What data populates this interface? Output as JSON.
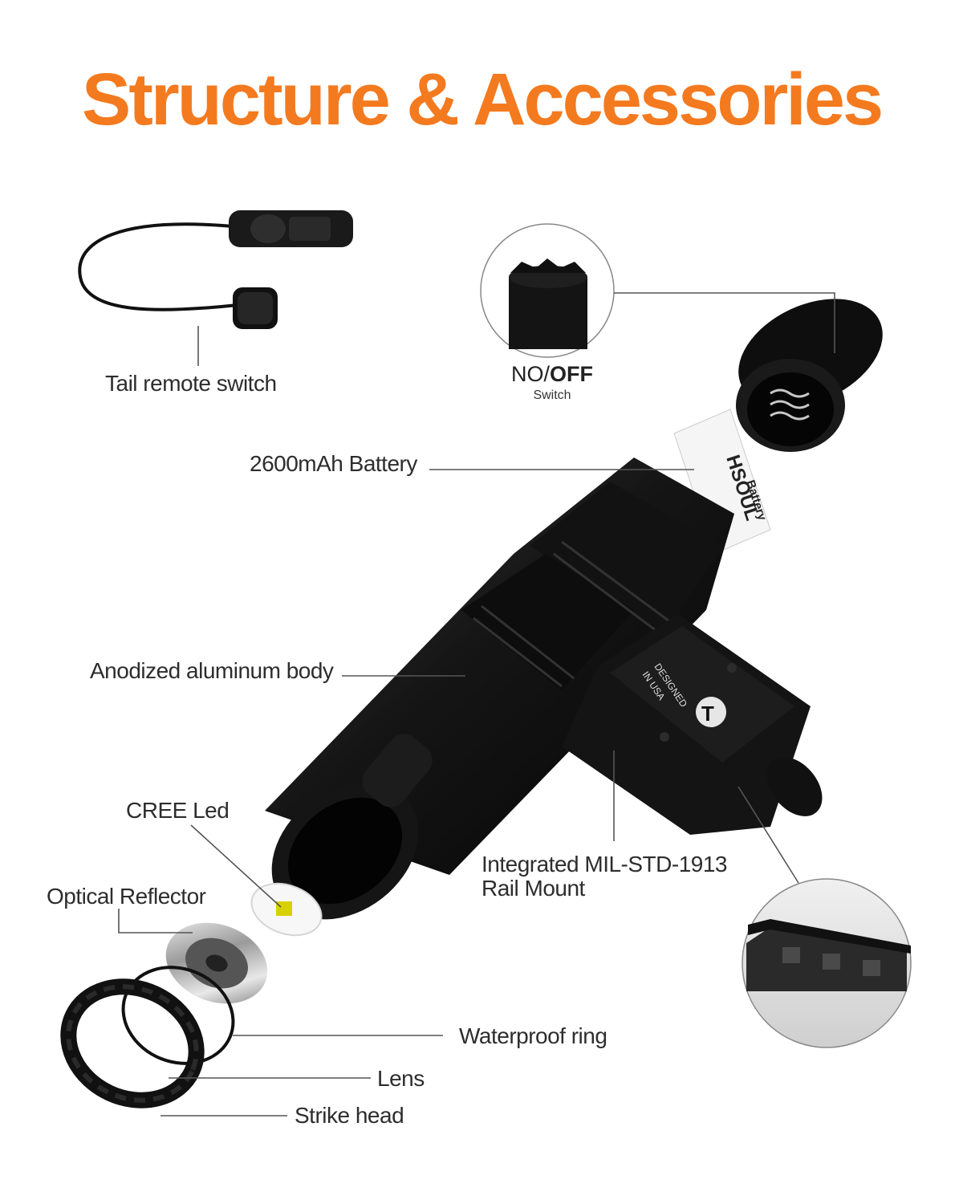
{
  "title": "Structure & Accessories",
  "colors": {
    "accent": "#f47a1f",
    "body": "#111111",
    "label": "#2d2d2d"
  },
  "callouts": {
    "tail_remote_switch": "Tail remote switch",
    "switch_on": "NO/",
    "switch_off": "OFF",
    "switch_sub": "Switch",
    "battery": "2600mAh Battery",
    "body": "Anodized aluminum body",
    "cree_led": "CREE Led",
    "optical_reflector": "Optical Reflector",
    "rail_mount_line1": "Integrated MIL-STD-1913",
    "rail_mount_line2": "Rail Mount",
    "waterproof_ring": "Waterproof ring",
    "lens": "Lens",
    "strike_head": "Strike head"
  },
  "product_markings": {
    "battery_brand": "HSOUL",
    "battery_text": "Battery",
    "mount_line1": "DESIGNED",
    "mount_line2": "IN USA"
  }
}
